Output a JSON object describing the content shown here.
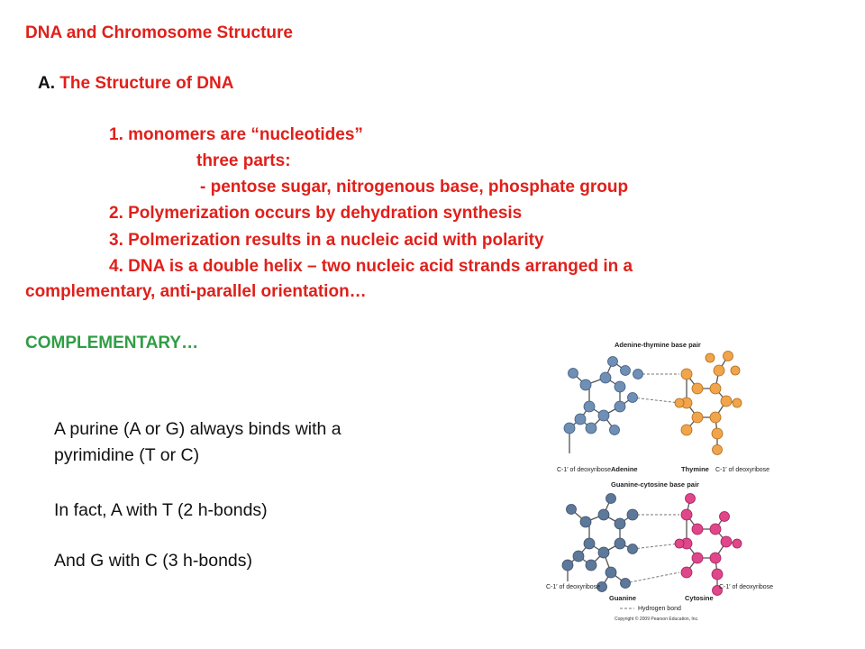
{
  "slide": {
    "title": "DNA and Chromosome Structure",
    "section_letter": "A.",
    "section_title": "The Structure of DNA",
    "items": [
      "1. monomers are “nucleotides”",
      "2. Polymerization occurs by dehydration synthesis",
      "3. Polmerization results in a nucleic acid with polarity",
      "4. DNA is a double helix – two nucleic acid strands arranged in a"
    ],
    "item1_sub1": "three parts:",
    "item1_sub2": "- pentose sugar, nitrogenous base, phosphate group",
    "item4_continuation": "complementary, anti-parallel orientation…",
    "green_heading": "COMPLEMENTARY…",
    "body_lines": [
      "A purine (A or G) always binds with a",
      "pyrimidine (T or C)",
      "In fact, A with T  (2 h-bonds)",
      "And G with C (3 h-bonds)"
    ]
  },
  "figure": {
    "at_title": "Adenine-thymine base pair",
    "gc_title": "Guanine-cytosine base pair",
    "c1_label": "C-1′ of deoxyribose",
    "adenine": "Adenine",
    "thymine": "Thymine",
    "guanine": "Guanine",
    "cytosine": "Cytosine",
    "hbond_legend": "Hydrogen bond",
    "copyright": "Copyright © 2009 Pearson Education, Inc.",
    "colors": {
      "purine": "#6f8fb5",
      "thymine": "#f0a44b",
      "cytosine": "#e0468a",
      "text_red": "#e0201b",
      "text_green": "#2f9e44"
    }
  }
}
